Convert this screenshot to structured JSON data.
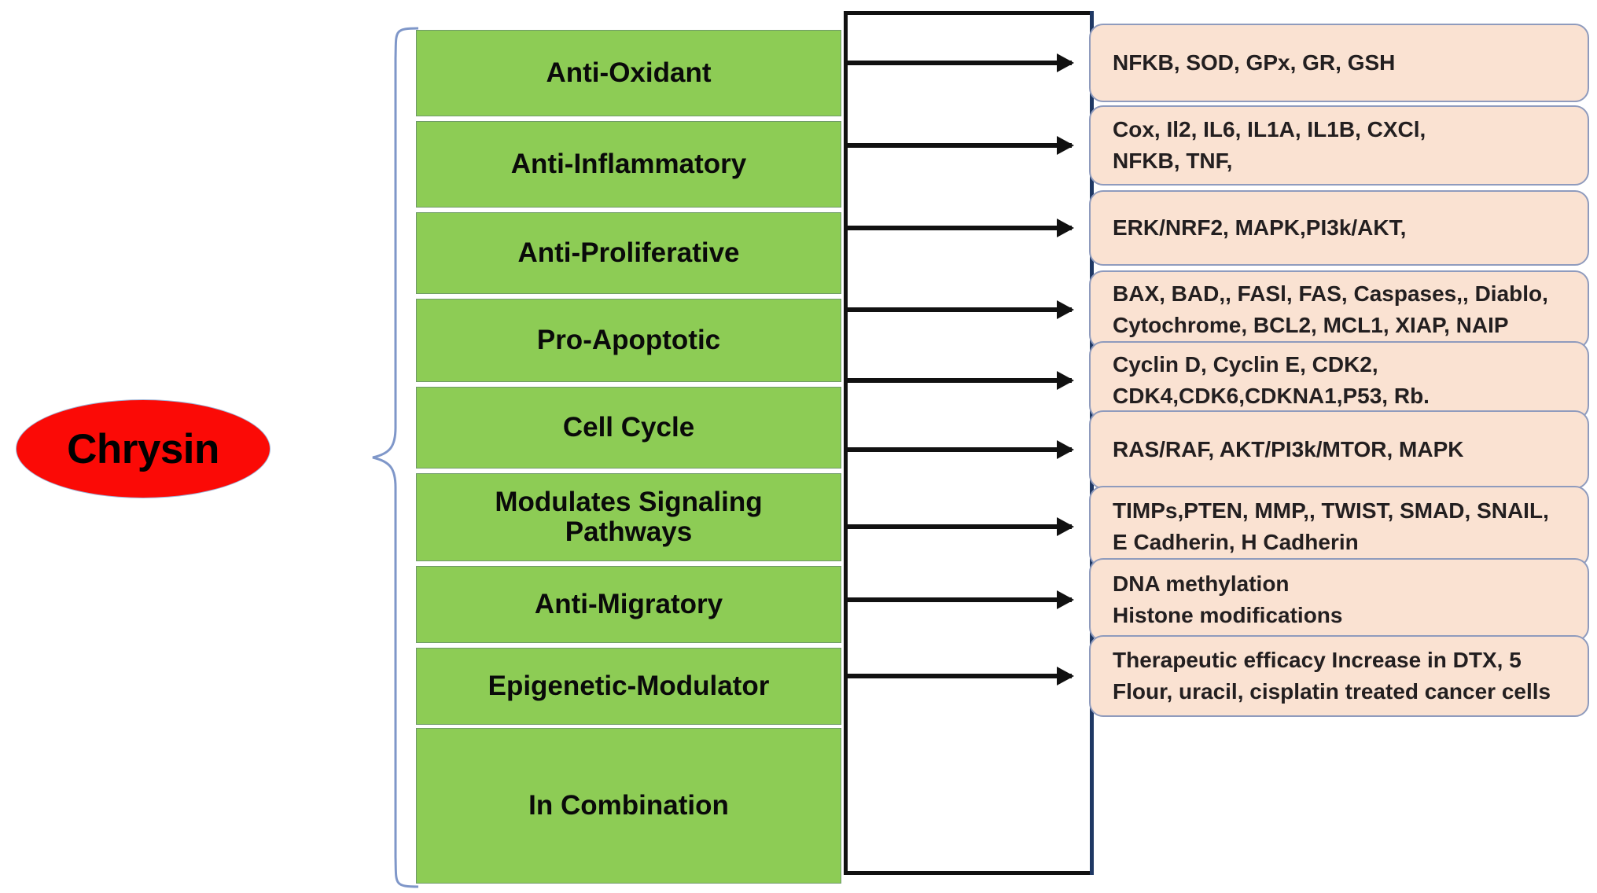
{
  "diagram": {
    "root": {
      "label": "Chrysin",
      "color": "#FB0A06"
    },
    "colors": {
      "category_fill": "#8DCC55",
      "category_border": "#6f9a68",
      "target_fill": "#FAE2D2",
      "target_border": "#8f9bbd",
      "brace_stroke": "#7f97c9",
      "connector_stroke": "#111111",
      "connector_accent": "#1f3864"
    },
    "rows": [
      {
        "category": "Anti-Oxidant",
        "targets": "NFKB, SOD, GPx, GR, GSH"
      },
      {
        "category": "Anti-Inflammatory",
        "targets": "Cox, Il2, IL6, IL1A, IL1B, CXCl,\nNFKB, TNF,"
      },
      {
        "category": "Anti-Proliferative",
        "targets": "ERK/NRF2, MAPK,PI3k/AKT,"
      },
      {
        "category": "Pro-Apoptotic",
        "targets": "BAX, BAD,, FASl, FAS, Caspases,,  Diablo,\nCytochrome,  BCL2, MCL1,  XIAP, NAIP"
      },
      {
        "category": "Cell Cycle",
        "targets": "Cyclin D, Cyclin E, CDK2,\nCDK4,CDK6,CDKNA1,P53,  Rb."
      },
      {
        "category": "Modulates Signaling\nPathways",
        "targets": "RAS/RAF, AKT/PI3k/MTOR,   MAPK"
      },
      {
        "category": "Anti-Migratory",
        "targets": "TIMPs,PTEN,  MMP,,  TWIST, SMAD, SNAIL,\nE Cadherin,  H Cadherin"
      },
      {
        "category": "Epigenetic-Modulator",
        "targets": "DNA methylation\nHistone  modifications"
      },
      {
        "category": "In Combination",
        "targets": "Therapeutic  efficacy Increase in DTX, 5\nFlour, uracil, cisplatin  treated cancer cells"
      }
    ]
  }
}
